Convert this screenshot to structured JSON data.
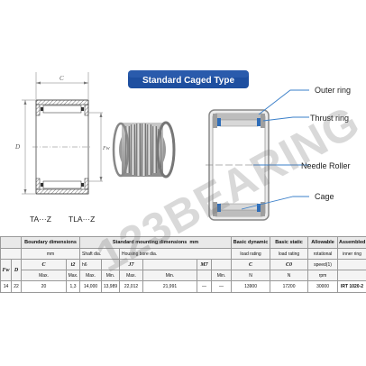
{
  "title_banner": "Standard Caged Type",
  "type_labels": [
    "TA···Z",
    "TLA···Z"
  ],
  "drawing_dims": {
    "width": "C",
    "outer": "D",
    "inner": "Fw"
  },
  "callouts": [
    "Outer ring",
    "Thrust ring",
    "Needle Roller",
    "Cage"
  ],
  "watermark": "123BEARING",
  "colors": {
    "banner": "#1e4fa0",
    "banner_text": "#ffffff",
    "callout_line": "#3a7fc9",
    "hatch": "#555555"
  },
  "table": {
    "headers": {
      "boundary": "Boundary dimensions",
      "mounting": "Standard mounting dimensions",
      "mounting_unit": "mm",
      "basic_dynamic": "Basic dynamic",
      "basic_static": "Basic static",
      "allowable": "Allowable",
      "assembled": "Assembled"
    },
    "row2": {
      "mm": "mm",
      "shaft_dia": "Shaft dia.",
      "housing_bore": "Housing bore dia.",
      "load_rating_dyn": "load rating",
      "load_rating_stat": "load rating",
      "rotational": "rotational",
      "inner_ring": "inner ring"
    },
    "row3": {
      "fw": "Fw",
      "d": "D",
      "c": "C",
      "t2": "t2",
      "h6": "h6",
      "j7": "J7",
      "m7": "M7",
      "C": "C",
      "C0": "C0",
      "speed": "speed(1)"
    },
    "row4": {
      "max1": "Max.",
      "max2": "Max.",
      "min1": "Min.",
      "max3": "Max.",
      "min2": "Min.",
      "max4": "Max.",
      "min3": "Min.",
      "n1": "N",
      "n2": "N",
      "rpm": "rpm"
    },
    "data": [
      "14",
      "22",
      "20",
      "1,3",
      "14,000",
      "13,989",
      "22,012",
      "21,991",
      "—",
      "—",
      "13900",
      "17200",
      "30000",
      "IRT 1020-2"
    ]
  }
}
